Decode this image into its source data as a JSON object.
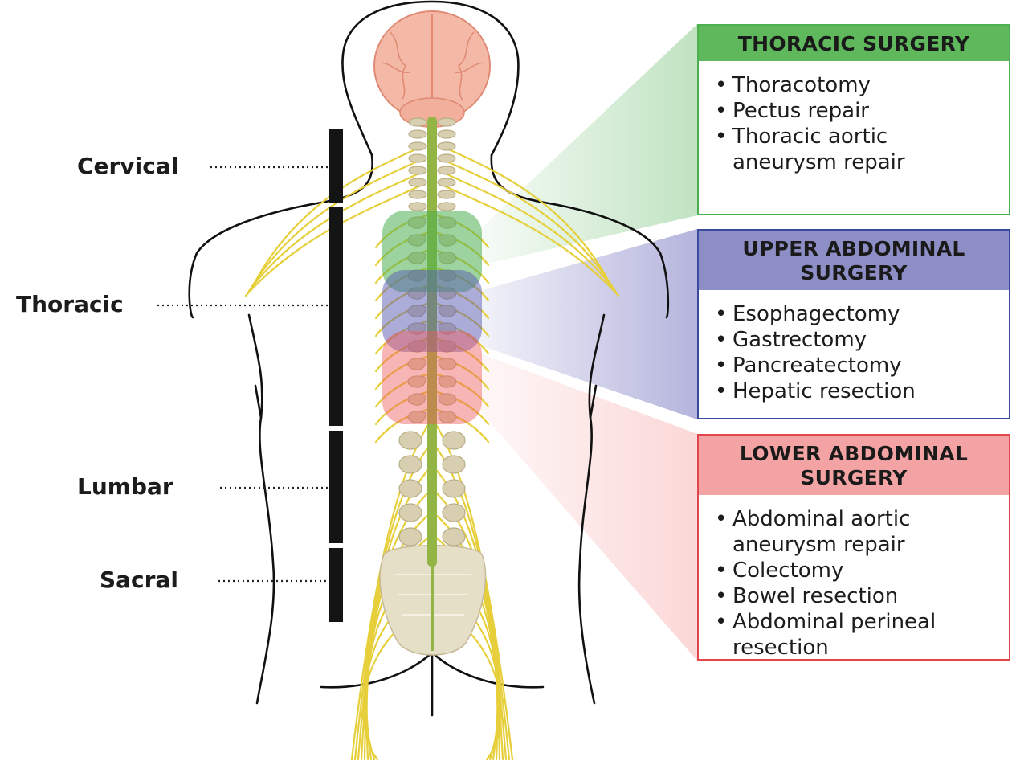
{
  "regions": [
    {
      "key": "cervical",
      "label": "Cervical"
    },
    {
      "key": "thoracic",
      "label": "Thoracic"
    },
    {
      "key": "lumbar",
      "label": "Lumbar"
    },
    {
      "key": "sacral",
      "label": "Sacral"
    }
  ],
  "boxes": [
    {
      "key": "thoracic-surgery",
      "title_lines": [
        "THORACIC SURGERY"
      ],
      "color": "#4caf50",
      "header_bg": "#5fb85c",
      "items": [
        "Thoracotomy",
        "Pectus repair",
        "Thoracic aortic\naneurysm repair"
      ]
    },
    {
      "key": "upper-abdominal-surgery",
      "title_lines": [
        "UPPER ABDOMINAL",
        "SURGERY"
      ],
      "color": "#3a4a9c",
      "header_bg": "#8e8ec6",
      "items": [
        "Esophagectomy",
        "Gastrectomy",
        "Pancreatectomy",
        "Hepatic resection"
      ]
    },
    {
      "key": "lower-abdominal-surgery",
      "title_lines": [
        "LOWER ABDOMINAL",
        "SURGERY"
      ],
      "color": "#e0464c",
      "header_bg": "#f3a3a3",
      "items": [
        "Abdominal aortic\naneurysm repair",
        "Colectomy",
        "Bowel resection",
        "Abdominal perineal\nresection"
      ]
    }
  ],
  "colors": {
    "nerve": "#e6cf3a",
    "spinal_cord": "#93b545",
    "vertebra": "#d8cfb0",
    "brain": "#f4b9a6",
    "outline": "#111111",
    "region_bar": "#141414"
  }
}
